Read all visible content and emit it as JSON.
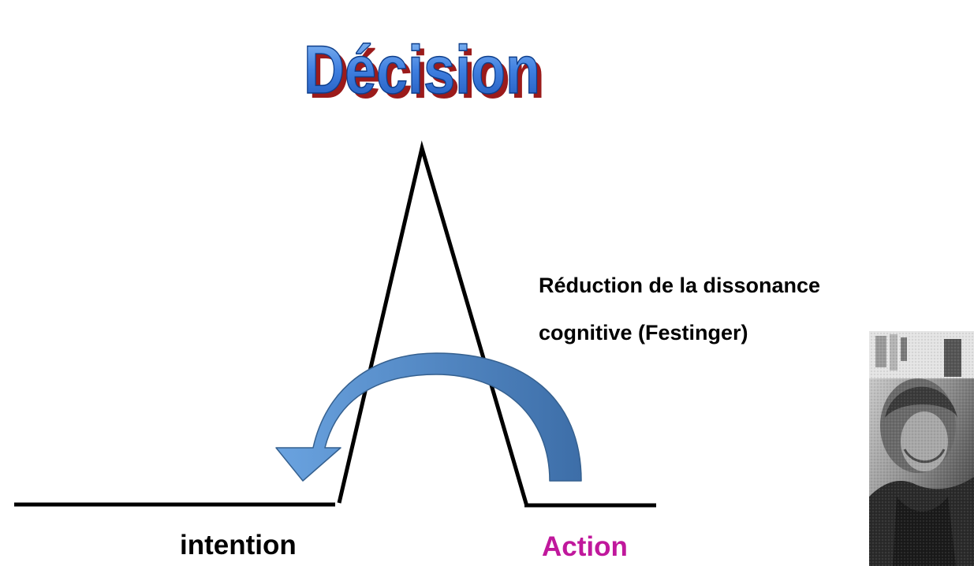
{
  "title": "Décision",
  "labels": {
    "intention": "intention",
    "action": "Action",
    "reduction_line1": "Réduction de la  dissonance",
    "reduction_line2": "cognitive (Festinger)"
  },
  "colors": {
    "title_fill": "#2f6fd6",
    "title_shadow": "#9b1b1b",
    "action_text": "#c0189c",
    "arrow_fill": "#4f84c4",
    "line_stroke": "#000000"
  },
  "photo": {
    "subject": "Festinger portrait",
    "style": "grayscale"
  },
  "icons": {
    "curved_arrow": "curved-arrow-icon"
  }
}
